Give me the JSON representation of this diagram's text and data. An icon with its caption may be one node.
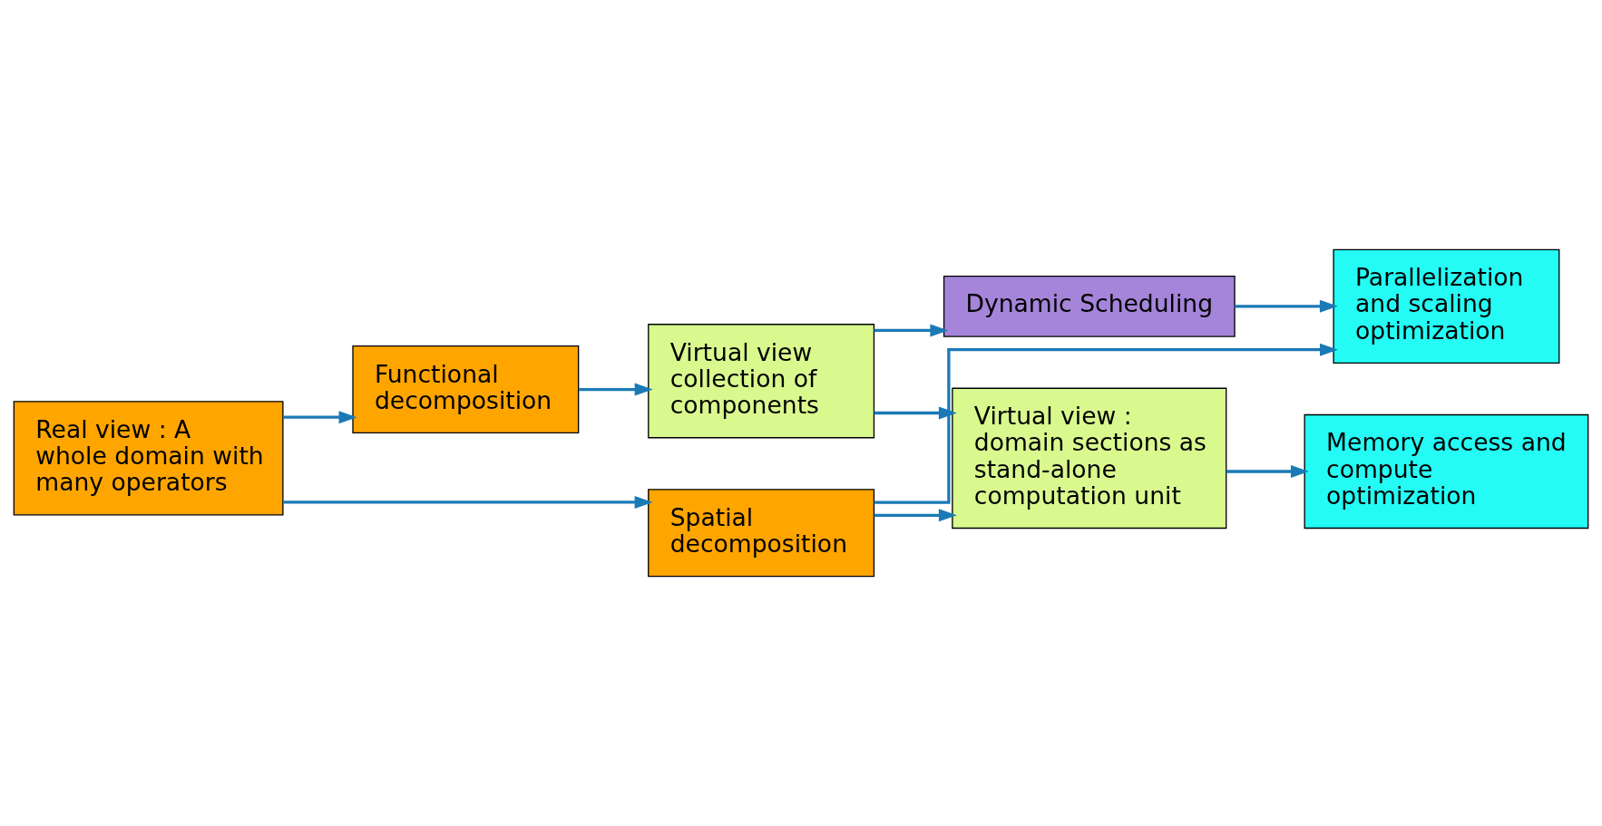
{
  "diagram": {
    "nodes": [
      {
        "text": [
          "Real view : A whole domain with many operators"
        ]
      },
      {
        "text": [
          "Spatial decomposition"
        ]
      },
      {
        "text": [
          "Virtual view : domain sections as stand-alone computation unit"
        ]
      },
      {
        "text": [
          "Memory access and compute optimization"
        ]
      },
      {
        "text": [
          "Functional decomposition"
        ]
      },
      {
        "text": [
          "Virtual view collection of components"
        ]
      },
      {
        "text": [
          "Parallelization and scaling optimization"
        ]
      },
      {
        "text": [
          "Dynamic Scheduling"
        ]
      }
    ],
    "edges": [
      {
        "from": 0,
        "to": 1,
        "arrow": "to"
      },
      {
        "from": 1,
        "to": 2,
        "arrow": "to"
      },
      {
        "from": 2,
        "to": 3,
        "arrow": "to"
      },
      {
        "from": 0,
        "to": 4,
        "arrow": "to"
      },
      {
        "from": 1,
        "to": 6,
        "arrow": "to"
      },
      {
        "from": 4,
        "to": 5,
        "arrow": "to"
      },
      {
        "from": 5,
        "to": 2,
        "arrow": "to"
      },
      {
        "from": 5,
        "to": 7,
        "arrow": "to"
      },
      {
        "from": 7,
        "to": 6,
        "arrow": "to"
      }
    ]
  }
}
